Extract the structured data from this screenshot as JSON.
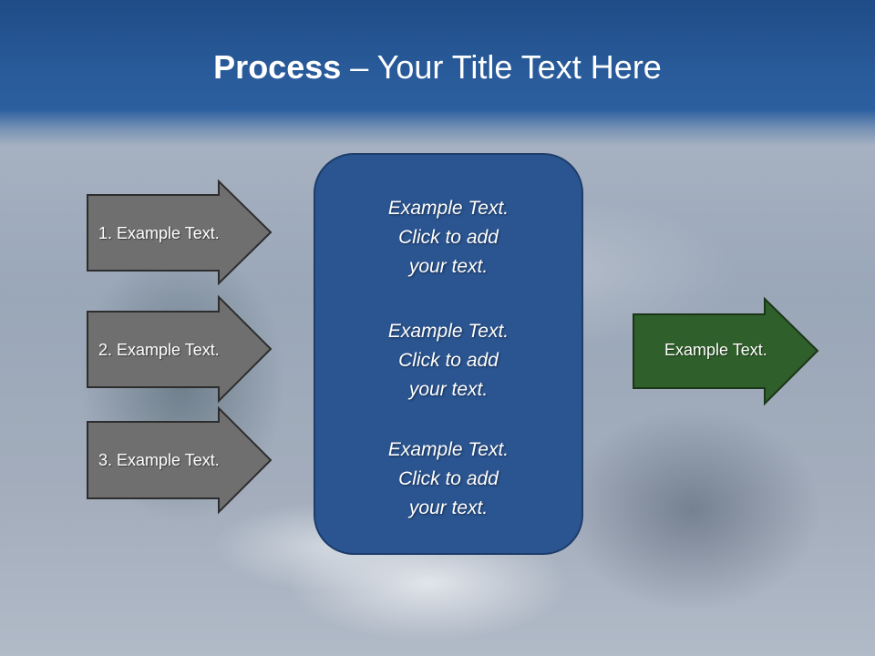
{
  "title": {
    "bold": "Process",
    "rest": " – Your Title Text Here"
  },
  "left_arrows": [
    {
      "label": "1. Example Text."
    },
    {
      "label": "2. Example Text."
    },
    {
      "label": "3. Example Text."
    }
  ],
  "center_box": {
    "blocks": [
      {
        "text": "Example Text.\nClick  to add\nyour text."
      },
      {
        "text": "Example Text.\nClick  to add\nyour text."
      },
      {
        "text": "Example Text.\nClick  to add\nyour text."
      }
    ]
  },
  "right_arrow": {
    "label": "Example Text."
  },
  "colors": {
    "header": "#2a5c9c",
    "left_arrow_fill": "#6f6f6f",
    "center_box_fill": "#2b5591",
    "right_arrow_fill": "#2f5f2a"
  }
}
